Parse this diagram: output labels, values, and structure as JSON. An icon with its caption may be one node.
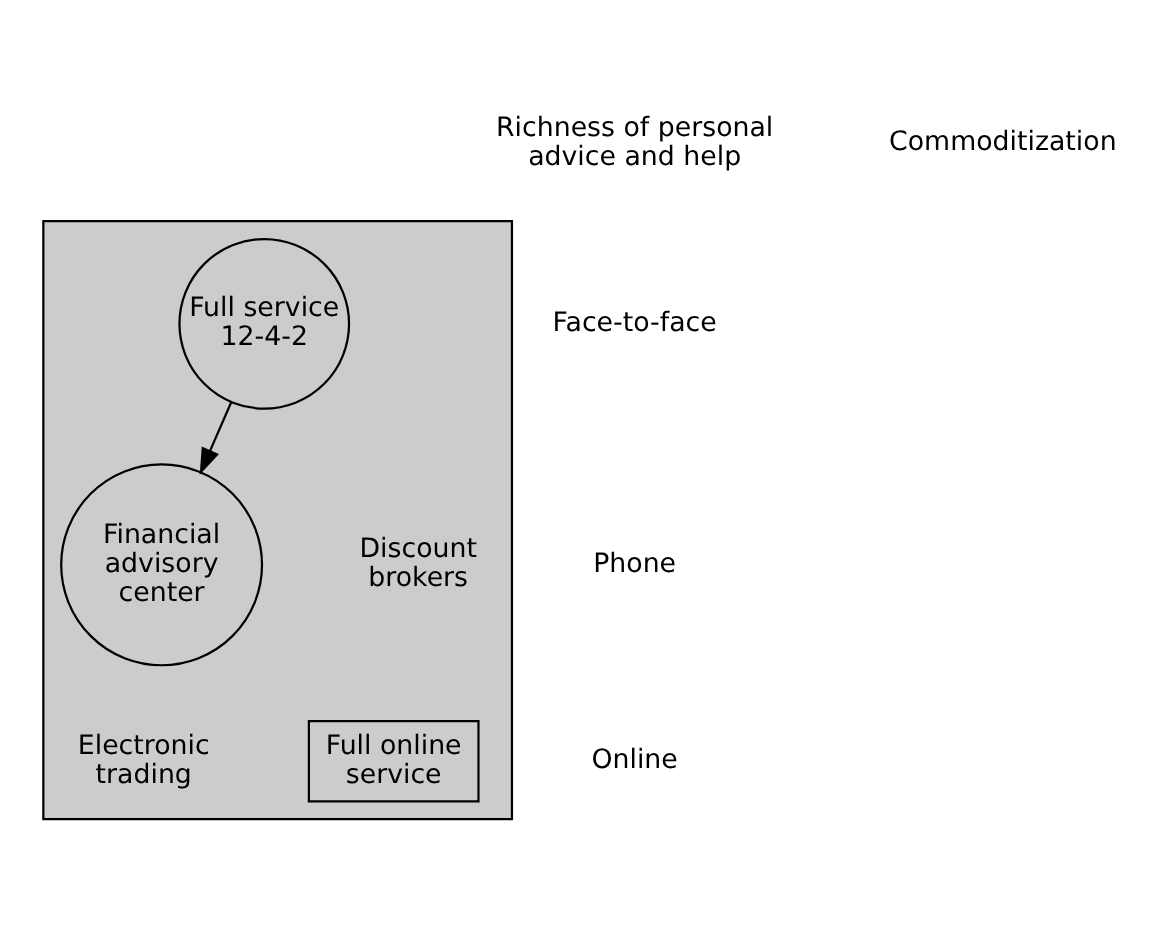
{
  "diagram": {
    "nodes": [
      {
        "text": [],
        "shape": "box"
      },
      {
        "text": [
          "Full service 12-4-2"
        ],
        "in": 0
      },
      {
        "text": [
          "Financial advisory center"
        ],
        "in": 0
      },
      {
        "text": [
          "Full online service"
        ],
        "in": 0
      }
    ],
    "edges": [
      {
        "from": 1,
        "to": 2,
        "arrow": "to"
      }
    ],
    "labels": [
      "Richness of personal advice and help",
      "Commoditization",
      "Face-to-face",
      "Phone",
      "Discount brokers",
      "Electronic trading",
      "Online"
    ]
  }
}
